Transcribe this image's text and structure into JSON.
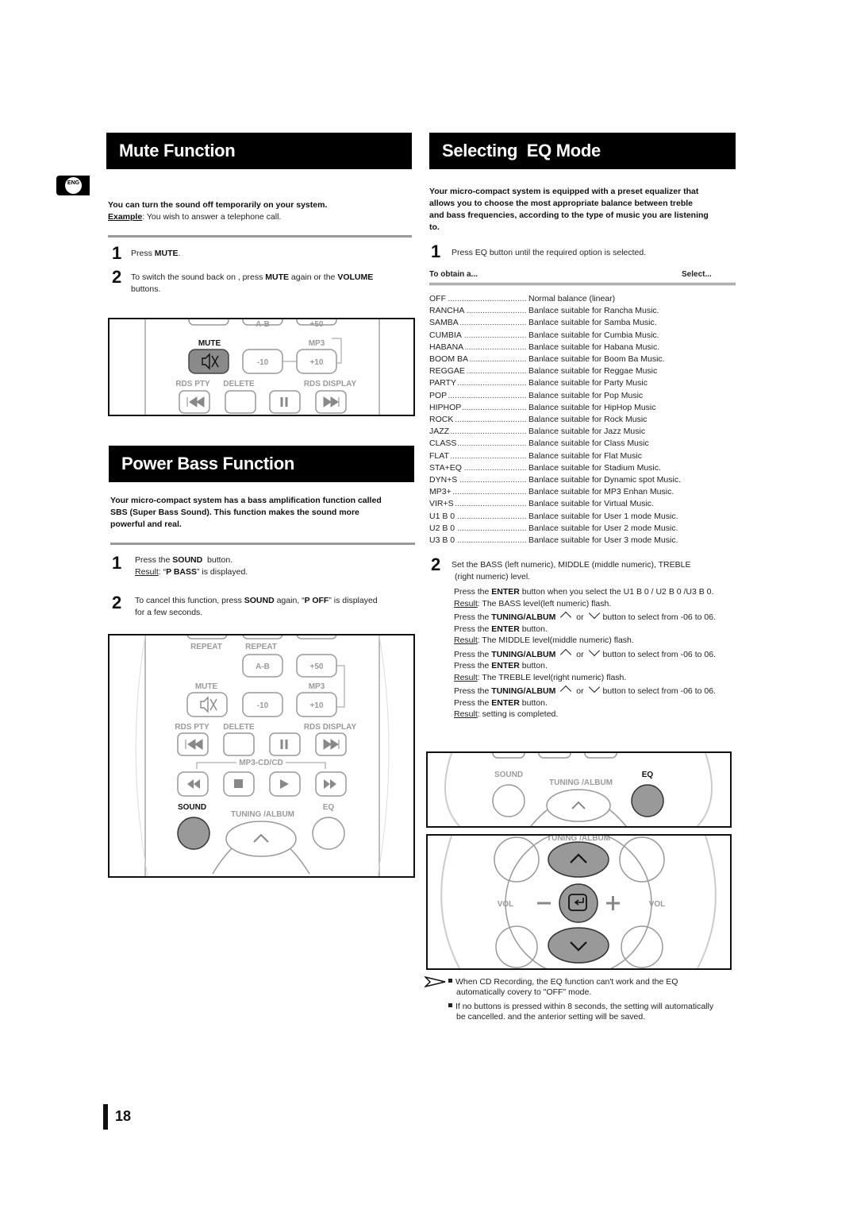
{
  "lang_badge": "ENG",
  "mute": {
    "title": "Mute Function",
    "intro": "You can turn the sound off temporarily on your system.",
    "example_label": "Example",
    "example_text": ": You wish to answer a telephone call.",
    "step1_num": "1",
    "step1_pre": "Press ",
    "step1_key": "MUTE",
    "step1_post": ".",
    "step2_num": "2",
    "step2_pre": "To switch the sound back on , press ",
    "step2_key1": "MUTE",
    "step2_mid": " again or the ",
    "step2_key2": "VOLUME",
    "step2_post": "buttons.",
    "remote": {
      "ab": "A-B",
      "plus50": "+50",
      "mute": "MUTE",
      "mp3": "MP3",
      "minus10": "-10",
      "plus10": "+10",
      "rds_pty": "RDS PTY",
      "delete": "DELETE",
      "rds_display": "RDS DISPLAY"
    }
  },
  "power_bass": {
    "title": "Power Bass Function",
    "intro1": "Your micro-compact system has a bass amplification function called",
    "intro2": "SBS (Super Bass Sound). This function makes the sound more",
    "intro3": "powerful and real.",
    "step1_num": "1",
    "step1_pre": "Press the ",
    "step1_key": "SOUND",
    "step1_post": "button.",
    "step1_result_label": "Result",
    "step1_result_pre": ": “",
    "step1_result_key": "P BASS",
    "step1_result_post": "” is displayed.",
    "step2_num": "2",
    "step2_pre": "To cancel this function, press ",
    "step2_key1": "SOUND",
    "step2_mid": " again, “",
    "step2_key2": "P OFF",
    "step2_post": "” is displayed",
    "step2_line2": "for a few seconds.",
    "remote": {
      "repeat1": "REPEAT",
      "repeat2": "REPEAT",
      "ab": "A-B",
      "plus50": "+50",
      "mute": "MUTE",
      "mp3": "MP3",
      "minus10": "-10",
      "plus10": "+10",
      "rds_pty": "RDS PTY",
      "delete": "DELETE",
      "rds_display": "RDS DISPLAY",
      "mp3cd": "MP3-CD/CD",
      "sound": "SOUND",
      "tuning": "TUNING /ALBUM",
      "eq": "EQ"
    }
  },
  "eq": {
    "title": "Selecting  EQ Mode",
    "intro1": "Your micro-compact system is equipped with a preset equalizer that",
    "intro2": "allows you to choose the most appropriate balance between treble",
    "intro3": "and bass frequencies, according to the type of music you are listening",
    "intro4": "to.",
    "step1_num": "1",
    "step1_text": "Press EQ button until the required option is selected.",
    "table_header_left": "To obtain a...",
    "table_header_right": "Select...",
    "options": [
      {
        "key": "OFF",
        "desc": "Normal balance (linear)"
      },
      {
        "key": "RANCHA",
        "desc": "Banlace suitable for Rancha Music."
      },
      {
        "key": "SAMBA",
        "desc": "Banlace suitable for Samba Music."
      },
      {
        "key": "CUMBIA",
        "desc": "Banlace suitable for Cumbia Music."
      },
      {
        "key": "HABANA",
        "desc": "Banlace suitable for Habana Music."
      },
      {
        "key": "BOOM BA",
        "desc": "Banlace suitable for Boom Ba Music."
      },
      {
        "key": "REGGAE",
        "desc": "Balance suitable for Reggae Music"
      },
      {
        "key": "PARTY",
        "desc": "Balance suitable for Party Music"
      },
      {
        "key": "POP",
        "desc": "Balance suitable for Pop Music"
      },
      {
        "key": "HIPHOP",
        "desc": "Balance suitable for HipHop Music"
      },
      {
        "key": "ROCK",
        "desc": "Balance suitable for Rock Music"
      },
      {
        "key": "JAZZ",
        "desc": "Balance suitable for Jazz Music"
      },
      {
        "key": "CLASS",
        "desc": "Balance suitable for Class Music"
      },
      {
        "key": "FLAT",
        "desc": "Balance suitable for Flat Music"
      },
      {
        "key": "STA+EQ",
        "desc": "Banlace suitable for Stadium Music."
      },
      {
        "key": "DYN+S",
        "desc": "Banlace suitable for Dynamic spot Music."
      },
      {
        "key": "MP3+",
        "desc": "Banlace suitable for MP3 Enhan Music."
      },
      {
        "key": "VIR+S",
        "desc": "Banlace suitable for Virtual Music."
      },
      {
        "key": "U1 B 0",
        "desc": "Banlace suitable for User 1 mode Music."
      },
      {
        "key": "U2 B 0",
        "desc": "Banlace suitable for User 2 mode Music."
      },
      {
        "key": "U3 B 0",
        "desc": "Banlace suitable for User 3 mode Music."
      }
    ],
    "step2_num": "2",
    "step2_line1": "Set the BASS (left numeric), MIDDLE (middle numeric), TREBLE",
    "step2_line2": "(right  numeric) level.",
    "p1_pre": "Press the ",
    "p1_key": "ENTER",
    "p1_post": " button when you select the U1 B 0 / U2 B 0 /U3 B 0.",
    "result_label": "Result",
    "r1": ": The BASS level(left numeric) flash.",
    "press_the": "Press the ",
    "tuning_key": "TUNING/ALBUM",
    "or": "or",
    "select_range": "button to select from -06 to 06.",
    "enter_pre": "Press the ",
    "enter_key": "ENTER",
    "enter_post": " button.",
    "r2": ": The MIDDLE level(middle numeric) flash.",
    "r3": ": The TREBLE level(right numeric) flash.",
    "r4": ": setting is completed.",
    "remote": {
      "sound": "SOUND",
      "tuning": "TUNING /ALBUM",
      "eq": "EQ",
      "tuning2": "TUNING /ALBUM",
      "vol_left": "VOL",
      "vol_right": "VOL"
    },
    "note1_line1": "When CD Recording, the EQ function can't work and the EQ",
    "note1_line2": "automatically covery to \"OFF\" mode.",
    "note2_line1": "If no buttons is pressed within 8 seconds, the setting will automatically",
    "note2_line2": "be cancelled.  and the anterior setting will be saved."
  },
  "page_number": "18"
}
